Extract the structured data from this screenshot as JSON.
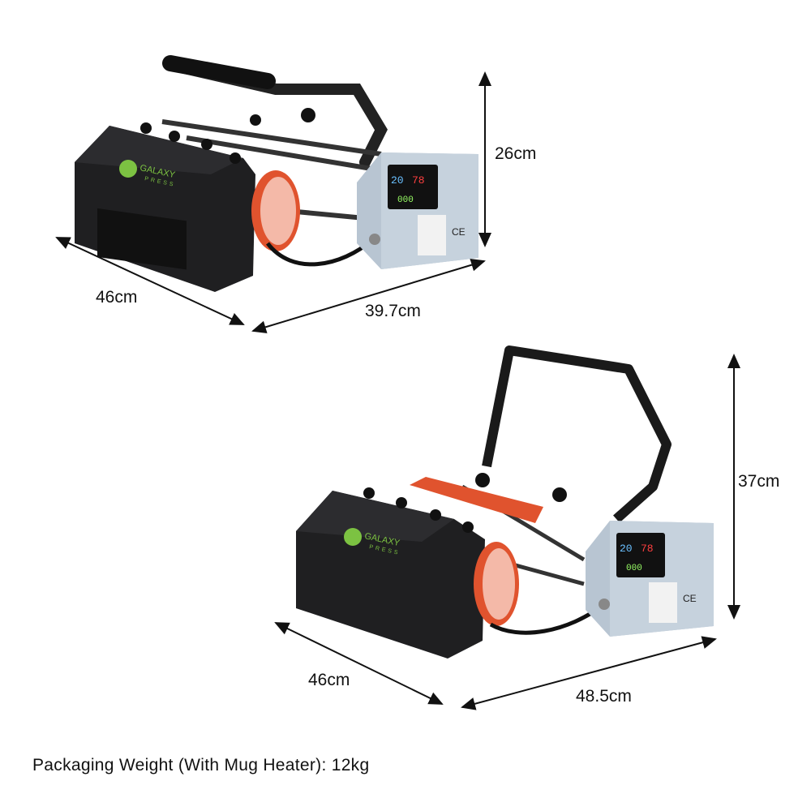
{
  "product": {
    "logo_text": "GALAXY PRESS",
    "display_temp": "20",
    "display_time": "000",
    "cert_mark": "CE"
  },
  "colors": {
    "body": "#1f1f21",
    "controller": "#b8c5d2",
    "heating_pad": "#e0532e",
    "logo": "#7cc242"
  },
  "closed_view": {
    "height": "26cm",
    "depth": "46cm",
    "width": "39.7cm"
  },
  "open_view": {
    "height": "37cm",
    "depth": "46cm",
    "width": "48.5cm"
  },
  "footer": {
    "packaging_weight": "Packaging Weight (With Mug Heater): 12kg"
  }
}
